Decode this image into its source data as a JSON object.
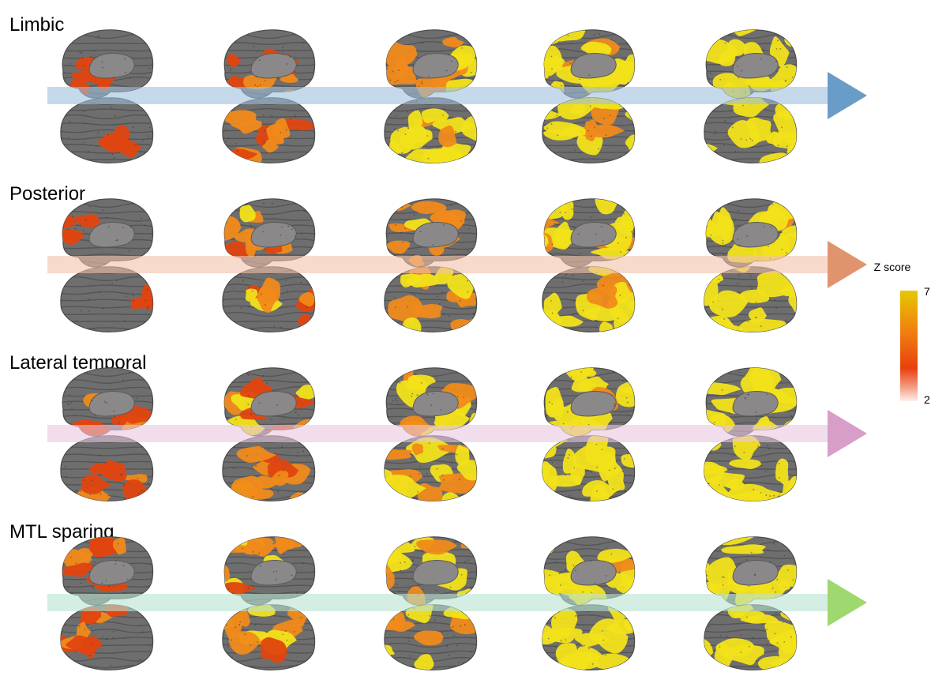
{
  "rows": [
    {
      "title": "Limbic",
      "arrow_color": "#9ec0dc",
      "arrowhead_color": "#6a9cc8",
      "stages": [
        {
          "level": 0.15,
          "focus": "mtl"
        },
        {
          "level": 0.45,
          "focus": "mtl"
        },
        {
          "level": 0.7,
          "focus": "mtl"
        },
        {
          "level": 0.88,
          "focus": "mtl"
        },
        {
          "level": 0.95,
          "focus": "mtl"
        }
      ]
    },
    {
      "title": "Posterior",
      "arrow_color": "#f2c2aa",
      "arrowhead_color": "#e0946e",
      "stages": [
        {
          "level": 0.08,
          "focus": "posterior"
        },
        {
          "level": 0.55,
          "focus": "posterior"
        },
        {
          "level": 0.72,
          "focus": "posterior"
        },
        {
          "level": 0.86,
          "focus": "posterior"
        },
        {
          "level": 0.94,
          "focus": "posterior"
        }
      ]
    },
    {
      "title": "Lateral temporal",
      "arrow_color": "#e8c6de",
      "arrowhead_color": "#d79ec9",
      "stages": [
        {
          "level": 0.3,
          "focus": "temporal"
        },
        {
          "level": 0.55,
          "focus": "temporal"
        },
        {
          "level": 0.78,
          "focus": "temporal"
        },
        {
          "level": 0.9,
          "focus": "temporal"
        },
        {
          "level": 0.95,
          "focus": "temporal"
        }
      ]
    },
    {
      "title": "MTL sparing",
      "arrow_color": "#b9e2d0",
      "arrowhead_color": "#9ed86e",
      "stages": [
        {
          "level": 0.4,
          "focus": "frontal"
        },
        {
          "level": 0.62,
          "focus": "frontal"
        },
        {
          "level": 0.78,
          "focus": "frontal"
        },
        {
          "level": 0.9,
          "focus": "frontal"
        },
        {
          "level": 0.95,
          "focus": "frontal"
        }
      ]
    }
  ],
  "colorbar": {
    "label": "Z score",
    "max_label": "7",
    "min_label": "2",
    "colors": [
      "#fff0ea",
      "#e8400c",
      "#f07a10",
      "#e6c800"
    ]
  },
  "brain_colors": {
    "cortex": "#6e6e6e",
    "cortex_dark": "#4a4a4a",
    "medial_wall": "#8a8888",
    "low": "#e0440f",
    "mid": "#f08a1a",
    "high": "#f2e21a"
  }
}
